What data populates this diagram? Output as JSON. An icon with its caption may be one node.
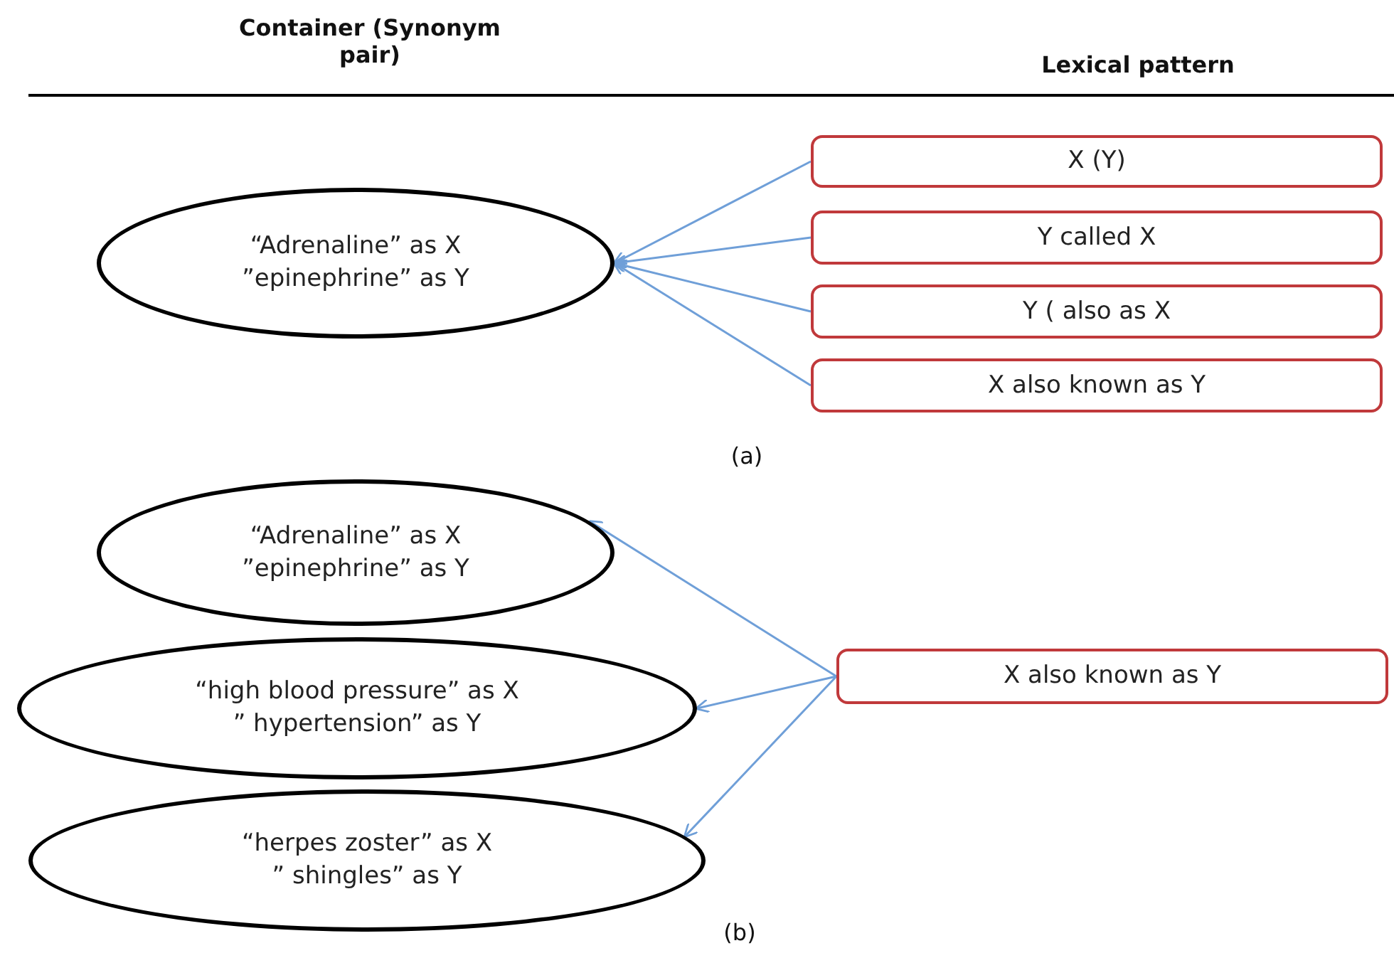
{
  "diagram": {
    "nodes": [
      {
        "text": [
          "“Adrenaline” as X",
          "”epinephrine” as Y"
        ]
      },
      {
        "text": [
          "X (Y)"
        ]
      },
      {
        "text": [
          "Y called X"
        ]
      },
      {
        "text": [
          "Y ( also as X"
        ]
      },
      {
        "text": [
          "X also known as Y"
        ]
      },
      {
        "text": [
          "“Adrenaline” as X",
          "”epinephrine” as Y"
        ]
      },
      {
        "text": [
          "“high blood pressure” as X",
          "” hypertension” as Y"
        ]
      },
      {
        "text": [
          "“herpes zoster” as X",
          "” shingles” as Y"
        ]
      },
      {
        "text": [
          "X also known as Y"
        ]
      }
    ],
    "edges": [
      {
        "from": 1,
        "to": 0,
        "arrow": "to"
      },
      {
        "from": 2,
        "to": 0,
        "arrow": "to"
      },
      {
        "from": 3,
        "to": 0,
        "arrow": "to"
      },
      {
        "from": 4,
        "to": 0,
        "arrow": "to"
      },
      {
        "from": 8,
        "to": 5,
        "arrow": "to"
      },
      {
        "from": 8,
        "to": 6,
        "arrow": "to"
      },
      {
        "from": 8,
        "to": 7,
        "arrow": "to"
      }
    ],
    "labels": [
      "Container (Synonym pair)",
      "Lexical pattern",
      "(a)",
      "(b)"
    ]
  }
}
